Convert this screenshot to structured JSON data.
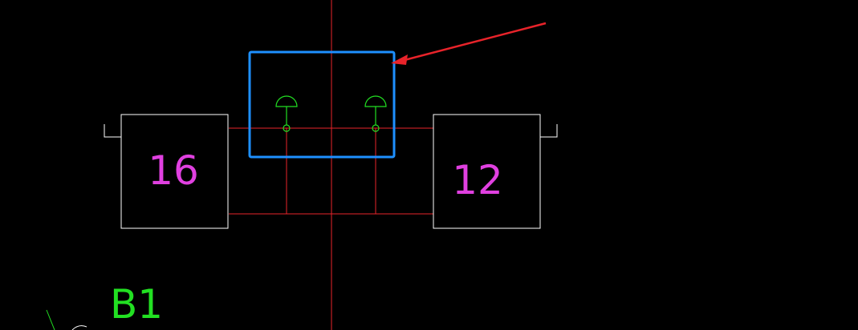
{
  "colors": {
    "background": "#000000",
    "red_line": "#e8232a",
    "white_line": "#ffffff",
    "magenta_text": "#e040e0",
    "green_symbol": "#22e022",
    "blue_highlight": "#1e90ff",
    "arrow": "#e8232a"
  },
  "labels": {
    "left_box": "16",
    "right_box": "12",
    "bottom_label": "B1"
  },
  "icons": {
    "fixture_symbol": "lamp-fixture-icon",
    "annotation_arrow": "arrow-icon"
  }
}
